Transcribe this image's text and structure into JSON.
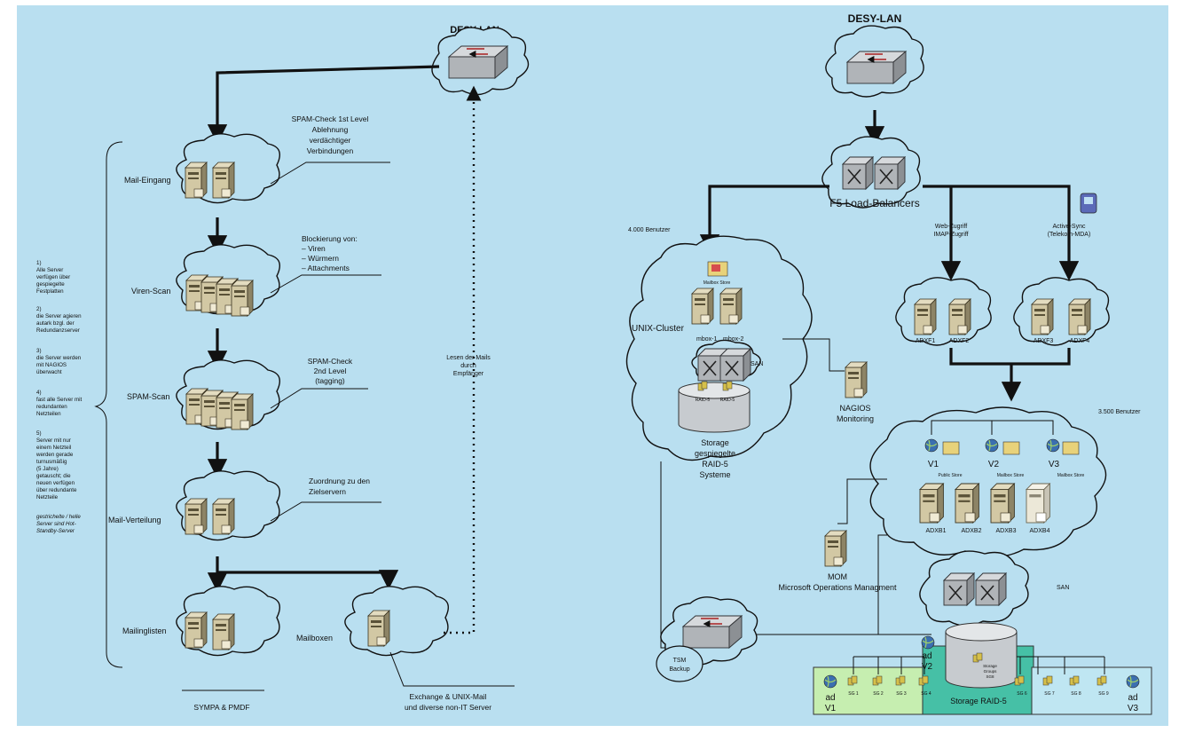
{
  "left": {
    "top_label": "DESY-LAN",
    "stages": [
      {
        "name": "Mail-Eingang"
      },
      {
        "name": "Viren-Scan"
      },
      {
        "name": "SPAM-Scan"
      },
      {
        "name": "Mail-Verteilung"
      },
      {
        "name": "Mailinglisten"
      }
    ],
    "mailboxen_label": "Mailboxen",
    "notes": {
      "spam1": [
        "SPAM-Check 1st Level",
        "Ablehnung",
        "verdächtiger",
        "Verbindungen"
      ],
      "virus": [
        "Blockierung von:",
        "– Viren",
        "– Würmern",
        "– Attachments"
      ],
      "spam2": [
        "SPAM-Check",
        "2nd Level",
        "(tagging)"
      ],
      "dist": [
        "Zuordnung zu den",
        "Zielservern"
      ],
      "exchange": [
        "Exchange & UNIX-Mail",
        "und diverse non-IT Server"
      ],
      "sympa": "SYMPA & PMDF",
      "reading": [
        "Lesen der Mails",
        "durch",
        "Empfänger"
      ]
    },
    "sidebar_notes": [
      [
        "1)",
        "Alle Server",
        "verfügen über",
        "gespiegelte",
        "Festplatten"
      ],
      [
        "2)",
        "die Server agieren",
        "autark bzgl. der",
        "Redundanzserver"
      ],
      [
        "3)",
        "die Server werden",
        "mit NAGIOS",
        "überwacht"
      ],
      [
        "4)",
        "fast alle Server mit",
        "redundanten",
        "Netzteilen"
      ],
      [
        "5)",
        "Server mit nur",
        "einem Netzteil",
        "werden gerade",
        "turnusmäßig",
        "(5 Jahre)",
        "getauscht; die",
        "neuen verfügen",
        "über redundante",
        "Netzteile"
      ],
      [
        "gestrichelte / helle",
        "Server sind Hot-",
        "Standby-Server"
      ]
    ]
  },
  "right": {
    "top_label": "DESY-LAN",
    "f5_label": "F5 Load-Balancers",
    "users_left": "4.000 Benutzer",
    "web_access": [
      "Web-Zugriff",
      "IMAP-Zugriff"
    ],
    "active_sync": [
      "Active-Sync",
      "(Telekom-MDA)"
    ],
    "unix_cluster": "UNIX-Cluster",
    "mailbox_store_small": "Mailbox Store",
    "mbox1": "mbox-1",
    "mbox2": "mbox-2",
    "san_small": "SAN",
    "raid_small": [
      "RAID-5",
      "RAID-5"
    ],
    "storage_text": [
      "Storage",
      "gespiegelte",
      "RAID-5",
      "Systeme"
    ],
    "nagios": [
      "NAGIOS",
      "Monitoring"
    ],
    "adxf": [
      "ADXF1",
      "ADXF2",
      "ADXF3",
      "ADXF4"
    ],
    "users_right": "3.500 Benutzer",
    "v_labels": [
      "V1",
      "V2",
      "V3"
    ],
    "v_stores": [
      "Public Store",
      "Mailbox Store",
      "Mailbox Store"
    ],
    "adxb": [
      "ADXB1",
      "ADXB2",
      "ADXB3",
      "ADXB4"
    ],
    "mom": [
      "MOM",
      "Microsoft Operations Managment"
    ],
    "san_label": "SAN",
    "tsm": [
      "TSM",
      "Backup"
    ],
    "storage_raid": "Storage RAID-5",
    "storage_groups": [
      "Storage",
      "Groups",
      "SG8"
    ],
    "ad_v1": [
      "ad",
      "V1"
    ],
    "ad_v2": [
      "ad",
      "V2"
    ],
    "ad_v3": [
      "ad",
      "V3"
    ],
    "sg_left": [
      "SG 1",
      "SG 2",
      "SG 3",
      "SG 4"
    ],
    "sg_mid": "SG 6",
    "sg_right": [
      "SG 7",
      "SG 8",
      "SG 9"
    ]
  },
  "colors": {
    "background": "#b9dff0",
    "green_box": "#c6eeb0",
    "teal_box": "#46c0a6",
    "light_box": "#bfe6f2"
  }
}
